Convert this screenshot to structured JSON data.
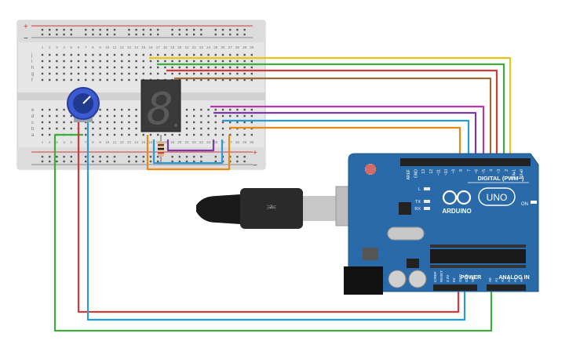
{
  "board": {
    "brand": "ARDUINO",
    "model": "UNO",
    "digital_header_label": "DIGITAL (PWM~)",
    "power_label": "POWER",
    "analog_label": "ANALOG IN",
    "on_label": "ON",
    "led_labels": [
      "L",
      "TX",
      "RX"
    ],
    "digital_pins": [
      "AREF",
      "GND",
      "13",
      "12",
      "~11",
      "~10",
      "~9",
      "8",
      "7",
      "~6",
      "~5",
      "4",
      "~3",
      "2",
      "TX▸1",
      "RX◂0"
    ],
    "power_pins": [
      "IOREF",
      "RESET",
      "3.3V",
      "5V",
      "GND",
      "GND",
      "Vin"
    ],
    "analog_pins": [
      "A0",
      "A1",
      "A2",
      "A3",
      "A4",
      "A5"
    ]
  },
  "breadboard": {
    "row_letters_top": [
      "j",
      "i",
      "h",
      "g",
      "f"
    ],
    "row_letters_bottom": [
      "e",
      "d",
      "c",
      "b",
      "a"
    ],
    "rail_plus": "+",
    "rail_minus": "−",
    "column_numbers": [
      "1",
      "2",
      "3",
      "4",
      "5",
      "6",
      "7",
      "8",
      "9",
      "10",
      "11",
      "12",
      "13",
      "14",
      "15",
      "16",
      "17",
      "18",
      "19",
      "20",
      "21",
      "22",
      "23",
      "24",
      "25",
      "26",
      "27",
      "28",
      "29",
      "30"
    ]
  },
  "display": {
    "digit": "8"
  },
  "colors": {
    "board": "#2a6aa8",
    "breadboard": "#e8e8e8",
    "wire_yellow": "#e8c31a",
    "wire_green": "#3cae3c",
    "wire_red": "#d23a3a",
    "wire_brown": "#9c6b3c",
    "wire_magenta": "#b53aa6",
    "wire_purple": "#7a3aa8",
    "wire_blue": "#2a9ad8",
    "wire_orange": "#e88a1a"
  }
}
